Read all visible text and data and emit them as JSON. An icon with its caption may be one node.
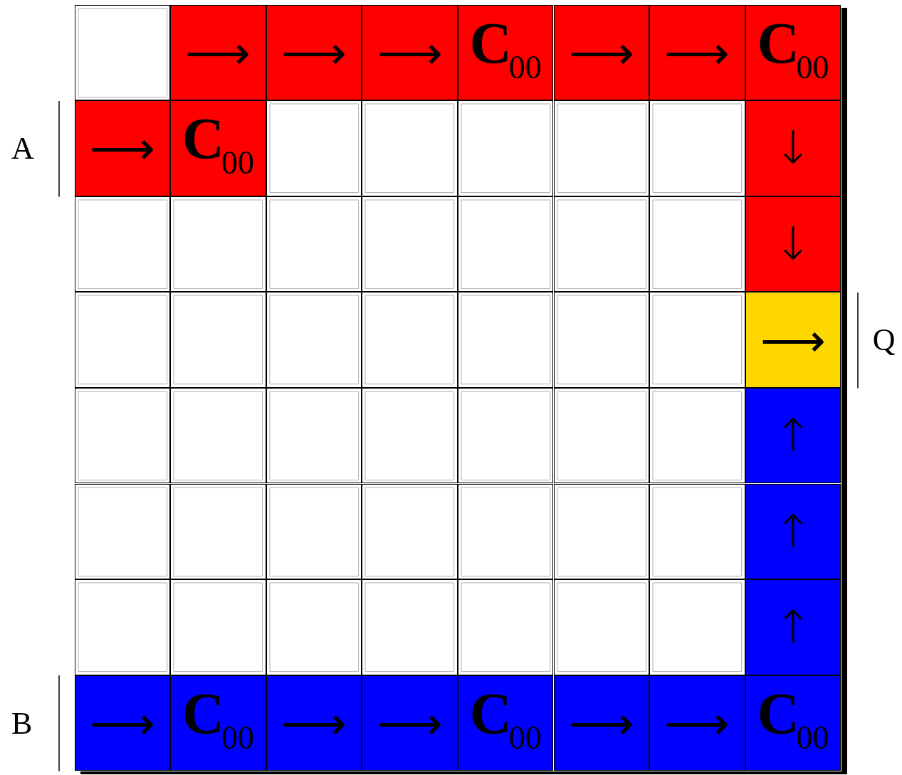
{
  "diagram": {
    "nodes": [
      {
        "text": [],
        "shape": "box"
      },
      {
        "text": [
          "⟶"
        ]
      },
      {
        "text": [
          "⟶"
        ]
      },
      {
        "text": [
          "⟶"
        ]
      },
      {
        "text": [
          "**C**$_{00}$"
        ]
      },
      {
        "text": [
          "⟶"
        ]
      },
      {
        "text": [
          "⟶"
        ]
      },
      {
        "text": [
          "**C**$_{00}$"
        ]
      },
      {
        "text": [
          "⟶"
        ],
        "beside": [
          "A"
        ]
      },
      {
        "text": [
          "**C**$_{00}$"
        ]
      },
      {
        "text": [],
        "shape": "box"
      },
      {
        "text": [],
        "shape": "box"
      },
      {
        "text": [],
        "shape": "box"
      },
      {
        "text": [],
        "shape": "box"
      },
      {
        "text": [],
        "shape": "box"
      },
      {
        "text": [
          "↓"
        ]
      },
      {
        "text": [],
        "shape": "box"
      },
      {
        "text": [],
        "shape": "box"
      },
      {
        "text": [],
        "shape": "box"
      },
      {
        "text": [],
        "shape": "box"
      },
      {
        "text": [],
        "shape": "box"
      },
      {
        "text": [],
        "shape": "box"
      },
      {
        "text": [],
        "shape": "box"
      },
      {
        "text": [
          "↓"
        ]
      },
      {
        "text": [],
        "shape": "box"
      },
      {
        "text": [],
        "shape": "box"
      },
      {
        "text": [],
        "shape": "box"
      },
      {
        "text": [],
        "shape": "box"
      },
      {
        "text": [],
        "shape": "box"
      },
      {
        "text": [],
        "shape": "box"
      },
      {
        "text": [],
        "shape": "box"
      },
      {
        "text": [
          "⟶"
        ],
        "beside": [
          "Q"
        ]
      },
      {
        "text": [],
        "shape": "box"
      },
      {
        "text": [],
        "shape": "box"
      },
      {
        "text": [],
        "shape": "box"
      },
      {
        "text": [],
        "shape": "box"
      },
      {
        "text": [],
        "shape": "box"
      },
      {
        "text": [],
        "shape": "box"
      },
      {
        "text": [],
        "shape": "box"
      },
      {
        "text": [
          "↑"
        ]
      },
      {
        "text": [],
        "shape": "box"
      },
      {
        "text": [],
        "shape": "box"
      },
      {
        "text": [],
        "shape": "box"
      },
      {
        "text": [],
        "shape": "box"
      },
      {
        "text": [],
        "shape": "box"
      },
      {
        "text": [],
        "shape": "box"
      },
      {
        "text": [],
        "shape": "box"
      },
      {
        "text": [
          "↑"
        ]
      },
      {
        "text": [],
        "shape": "box"
      },
      {
        "text": [],
        "shape": "box"
      },
      {
        "text": [],
        "shape": "box"
      },
      {
        "text": [],
        "shape": "box"
      },
      {
        "text": [],
        "shape": "box"
      },
      {
        "text": [],
        "shape": "box"
      },
      {
        "text": [],
        "shape": "box"
      },
      {
        "text": [
          "↑"
        ]
      },
      {
        "text": [
          "⟶"
        ],
        "beside": [
          "B"
        ]
      },
      {
        "text": [
          "**C**$_{00}$"
        ]
      },
      {
        "text": [
          "⟶"
        ]
      },
      {
        "text": [
          "⟶"
        ]
      },
      {
        "text": [
          "**C**$_{00}$"
        ]
      },
      {
        "text": [
          "⟶"
        ]
      },
      {
        "text": [
          "⟶"
        ]
      },
      {
        "text": [
          "**C**$_{00}$"
        ]
      }
    ]
  }
}
